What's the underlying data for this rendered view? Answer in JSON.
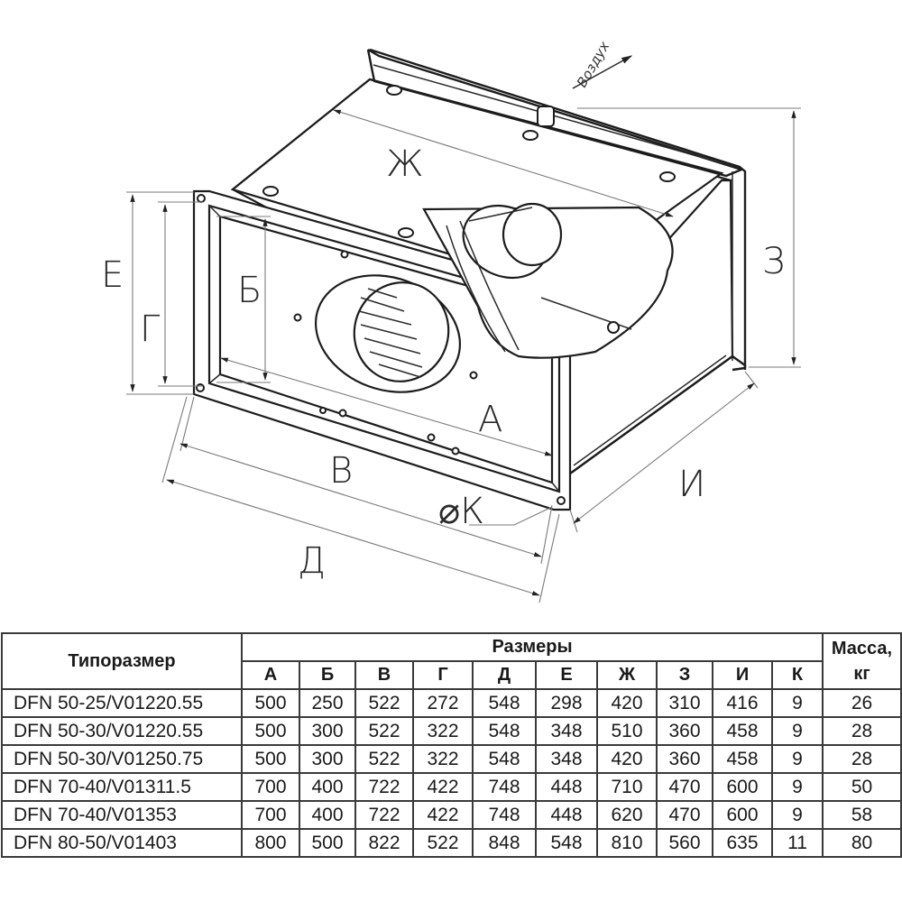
{
  "drawing": {
    "air_direction_label": "Воздух",
    "dimension_labels": {
      "A": "А",
      "B": "Б",
      "V": "В",
      "G": "Г",
      "D": "Д",
      "E": "Е",
      "Zh": "Ж",
      "Z": "З",
      "I": "И",
      "K": "⌀К"
    }
  },
  "table": {
    "type_header": "Типоразмер",
    "dims_header": "Размеры",
    "mass_header": "Масса, кг",
    "columns": [
      "А",
      "Б",
      "В",
      "Г",
      "Д",
      "Е",
      "Ж",
      "З",
      "И",
      "К"
    ],
    "rows": [
      {
        "model": "DFN 50-25/V01220.55",
        "values": [
          "500",
          "250",
          "522",
          "272",
          "548",
          "298",
          "420",
          "310",
          "416",
          "9"
        ],
        "mass": "26"
      },
      {
        "model": "DFN 50-30/V01220.55",
        "values": [
          "500",
          "300",
          "522",
          "322",
          "548",
          "348",
          "510",
          "360",
          "458",
          "9"
        ],
        "mass": "28"
      },
      {
        "model": "DFN 50-30/V01250.75",
        "values": [
          "500",
          "300",
          "522",
          "322",
          "548",
          "348",
          "420",
          "360",
          "458",
          "9"
        ],
        "mass": "28"
      },
      {
        "model": "DFN 70-40/V01311.5",
        "values": [
          "700",
          "400",
          "722",
          "422",
          "748",
          "448",
          "710",
          "470",
          "600",
          "9"
        ],
        "mass": "50"
      },
      {
        "model": "DFN 70-40/V01353",
        "values": [
          "700",
          "400",
          "722",
          "422",
          "748",
          "448",
          "620",
          "470",
          "600",
          "9"
        ],
        "mass": "58"
      },
      {
        "model": "DFN 80-50/V01403",
        "values": [
          "800",
          "500",
          "822",
          "522",
          "848",
          "548",
          "810",
          "560",
          "635",
          "11"
        ],
        "mass": "80"
      }
    ]
  }
}
